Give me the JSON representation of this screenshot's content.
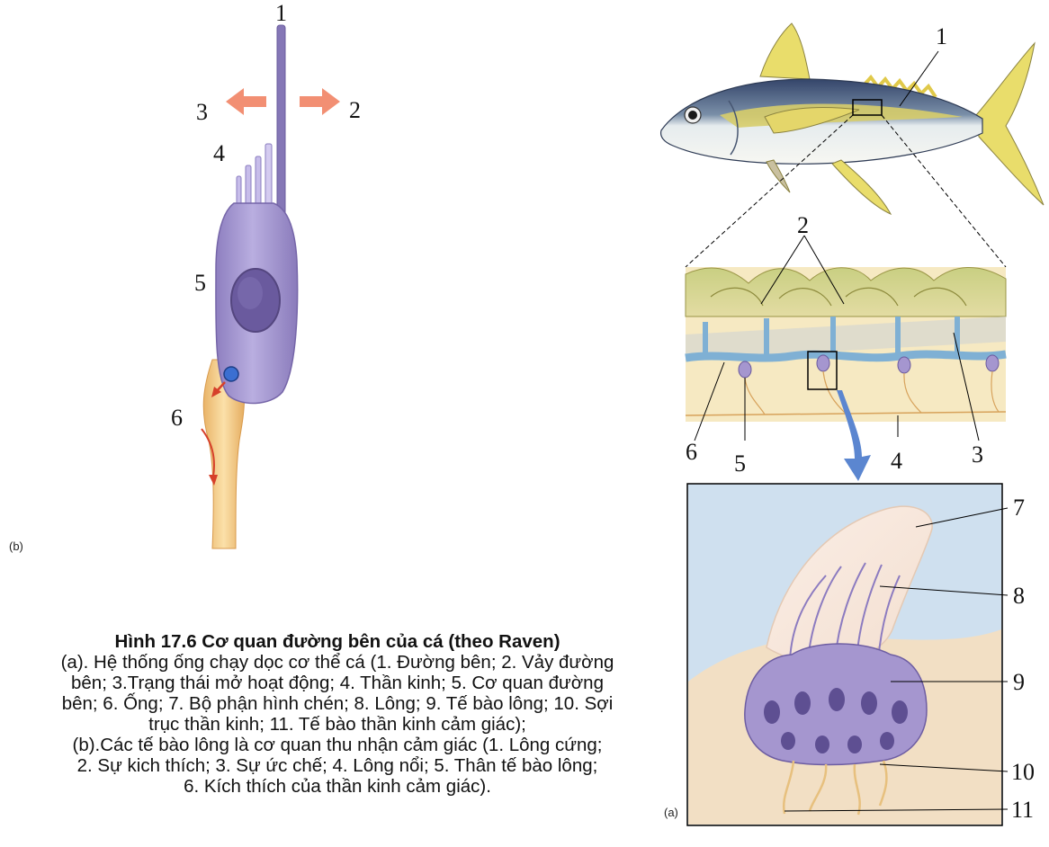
{
  "figure": {
    "title": "Hình 17.6 Cơ quan đường bên của cá (theo Raven)",
    "caption_lines": [
      "(a). Hệ thống ống chạy dọc cơ thể cá (1. Đường bên; 2. Vảy đường",
      "bên; 3.Trạng thái mở hoạt động; 4. Thần kinh; 5. Cơ quan đường",
      "bên; 6. Ống; 7. Bộ phận hình chén; 8. Lông; 9. Tế bào lông; 10. Sợi",
      "trục thần kinh; 11. Tế bào thần kinh cảm giác);",
      "(b).Các tế bào lông là cơ quan thu nhận cảm giác (1. Lông cứng;",
      "2. Sự kich thích; 3. Sự ức chế; 4. Lông nổi; 5. Thân tế bào lông;",
      "6. Kích thích của thần kinh cảm giác)."
    ]
  },
  "panel_b": {
    "tag": "(b)",
    "labels": {
      "l1": "1",
      "l2": "2",
      "l3": "3",
      "l4": "4",
      "l5": "5",
      "l6": "6"
    }
  },
  "panel_a": {
    "tag": "(a)",
    "labels": {
      "fish_1": "1",
      "scale_2": "2",
      "l3": "3",
      "l4": "4",
      "l5": "5",
      "l6": "6",
      "l7": "7",
      "l8": "8",
      "l9": "9",
      "l10": "10",
      "l11": "11"
    }
  },
  "colors": {
    "hair_cell": "#a596cf",
    "nucleus": "#6a5a9e",
    "nerve": "#f1c27a",
    "arrow_salmon": "#f28f73",
    "canal_blue": "#7fb0d4",
    "fish_back": "#3e4f72",
    "fish_yellow": "#e9dd6b"
  }
}
